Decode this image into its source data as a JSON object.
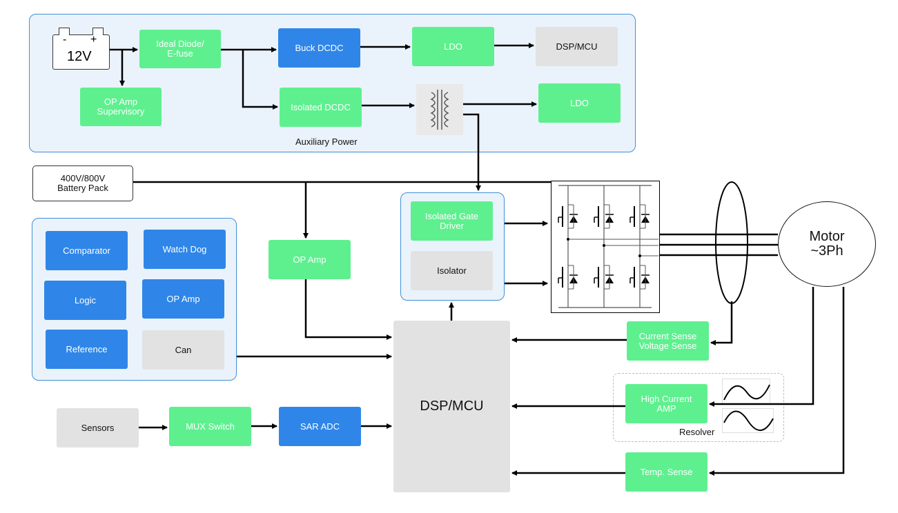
{
  "aux_panel": {
    "label": "Auxiliary Power"
  },
  "battery12": {
    "minus": "-",
    "plus": "+",
    "voltage": "12V"
  },
  "blocks": {
    "ideal_diode": "Ideal Diode/\nE-fuse",
    "op_amp_supervisory": "OP Amp\nSupervisory",
    "buck_dcdc": "Buck DCDC",
    "isolated_dcdc": "Isolated DCDC",
    "ldo_top": "LDO",
    "ldo_mid": "LDO",
    "dsp_mcu_top": "DSP/MCU",
    "battery_pack": "400V/800V\nBattery Pack",
    "comparator": "Comparator",
    "watch_dog": "Watch Dog",
    "logic": "Logic",
    "op_amp_panel": "OP Amp",
    "reference": "Reference",
    "can": "Can",
    "op_amp_main": "OP Amp",
    "isolated_gate_driver": "Isolated Gate\nDriver",
    "isolator": "Isolator",
    "dsp_mcu_main": "DSP/MCU",
    "sensors": "Sensors",
    "mux_switch": "MUX Switch",
    "sar_adc": "SAR ADC",
    "current_sense": "Current Sense\nVoltage Sense",
    "high_current_amp": "High Current\nAMP",
    "temp_sense": "Temp. Sense",
    "motor": "Motor\n~3Ph"
  },
  "resolver": {
    "label": "Resolver"
  },
  "colors": {
    "green": "#5ef08f",
    "blue": "#2f86e8",
    "gray": "#e2e2e2",
    "panel": "#eaf3fb",
    "panel_border": "#3f8fd6"
  }
}
